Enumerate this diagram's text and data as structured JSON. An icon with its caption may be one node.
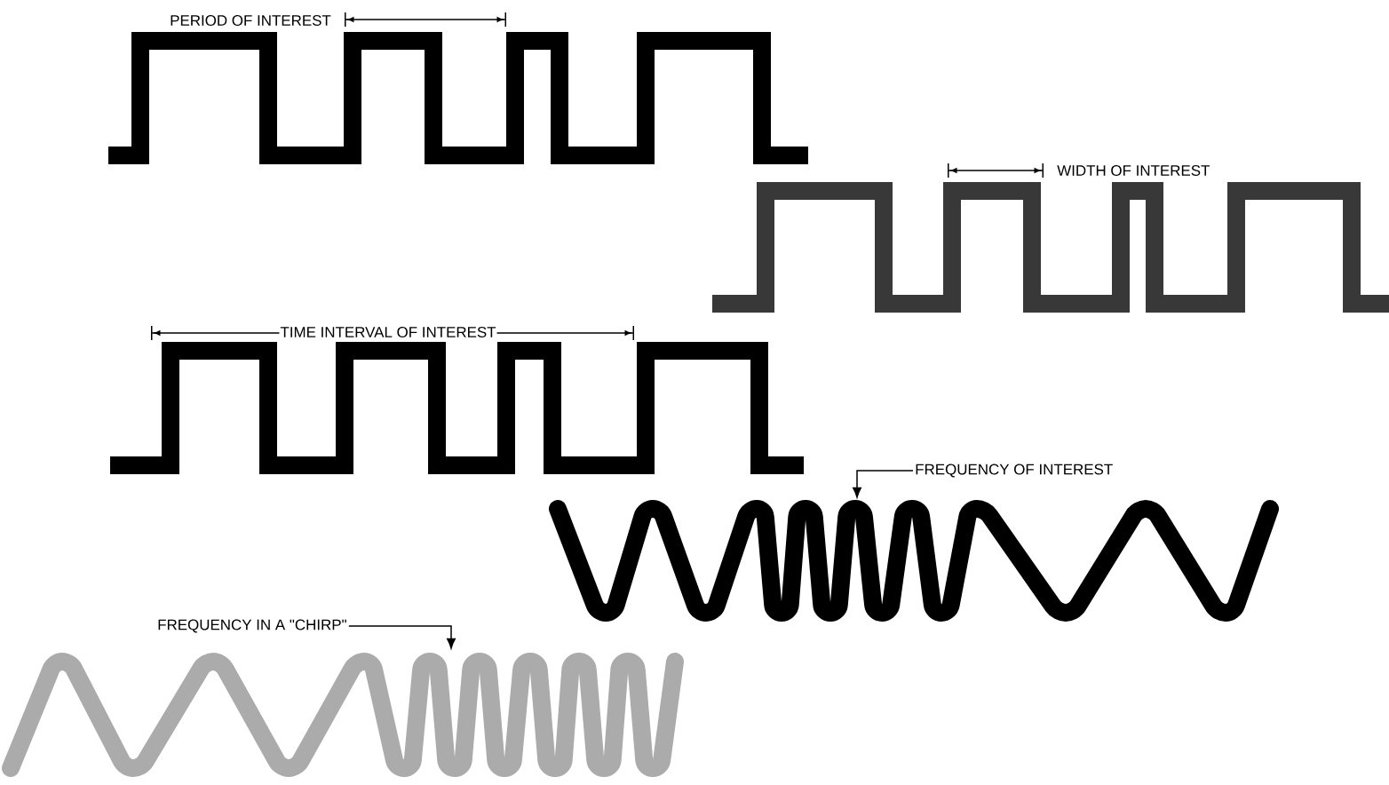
{
  "diagram": {
    "nodes": [
      {
        "text": [
          "FREQUENCY OF INTEREST"
        ]
      },
      {
        "text": [],
        "shape": "picture"
      },
      {
        "text": [
          "FREQUENCY IN A \"CHIRP\""
        ]
      },
      {
        "text": [],
        "shape": "picture"
      }
    ],
    "edges": [
      {
        "from": 0,
        "to": 1,
        "arrow": "to"
      },
      {
        "from": 2,
        "to": 3,
        "arrow": "to"
      }
    ],
    "labels": [
      "PERIOD OF INTEREST",
      "WIDTH OF INTEREST",
      "TIME INTERVAL OF INTEREST"
    ]
  }
}
